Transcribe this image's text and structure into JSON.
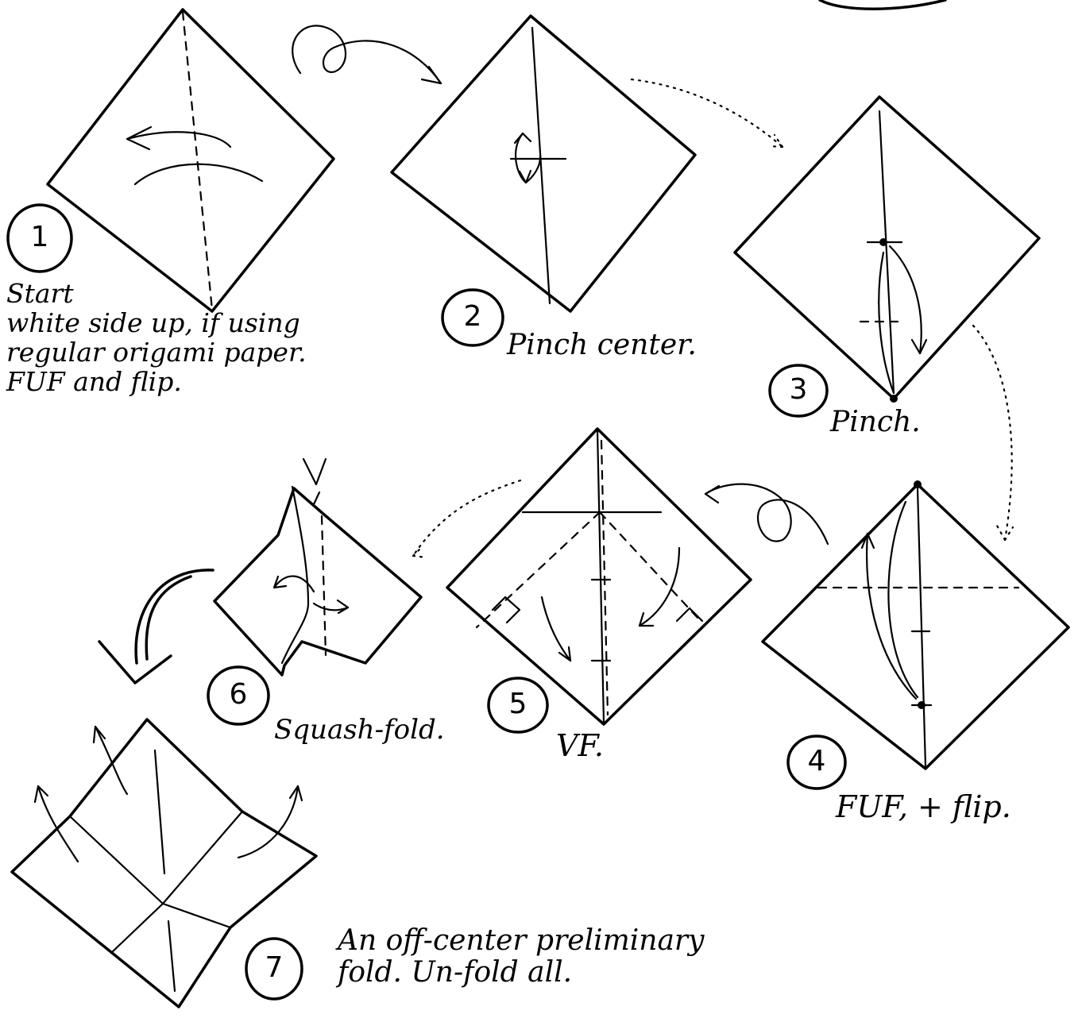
{
  "steps": [
    {
      "number": "1",
      "caption": "Start\nwhite side up, if using\nregular origami paper.\nFUF and flip."
    },
    {
      "number": "2",
      "caption": "Pinch center."
    },
    {
      "number": "3",
      "caption": "Pinch."
    },
    {
      "number": "4",
      "caption": "FUF, + flip."
    },
    {
      "number": "5",
      "caption": "VF."
    },
    {
      "number": "6",
      "caption": "Squash-fold."
    },
    {
      "number": "7",
      "caption": "An off-center preliminary\nfold. Un-fold all."
    }
  ]
}
